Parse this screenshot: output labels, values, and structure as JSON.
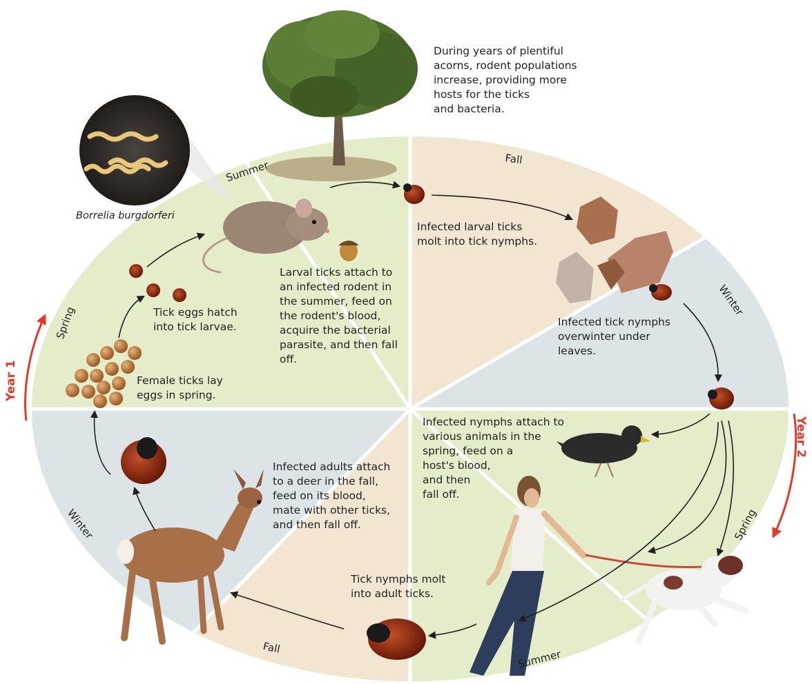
{
  "labels": {
    "bacteria_name": "Borrelia burgdorferi",
    "year_1": "Year 1",
    "year_2": "Year 2"
  },
  "seasons": {
    "summer_y1": "Summer",
    "fall_y1": "Fall",
    "winter_y1": "Winter",
    "spring_y1": "Spring",
    "winter_left": "Winter",
    "spring_y2": "Spring",
    "summer_y2": "Summer",
    "fall_y2": "Fall"
  },
  "steps": {
    "acorns": "During years of plentiful\nacorns, rodent populations\nincrease, providing more\nhosts for the ticks\nand bacteria.",
    "larvae_attach": "Larval ticks attach to\nan infected rodent in\nthe summer, feed on\nthe rodent's blood,\nacquire the bacterial\nparasite, and then fall\noff.",
    "molt_nymphs": "Infected larval ticks\nmolt into tick nymphs.",
    "overwinter": "Infected tick nymphs\noverwinter under\nleaves.",
    "eggs_hatch": "Tick eggs hatch\ninto tick larvae.",
    "lay_eggs": "Female ticks lay\neggs in spring.",
    "nymphs_attach": "Infected nymphs attach to\nvarious animals in the\nspring, feed on a\nhost's blood,\nand then\nfall off.",
    "adults_deer": "Infected adults attach\nto a deer in the fall,\nfeed on its blood,\nmate with other ticks,\nand then fall off.",
    "nymphs_molt_adult": "Tick nymphs molt\ninto adult ticks."
  },
  "colors": {
    "spring_summer_green": "#e4ecc9",
    "fall_tan": "#f2e6d2",
    "winter_blue": "#dde4e8",
    "year_arrow_red": "#e03a2a",
    "tick_body": "#8a2a14"
  },
  "icons": [
    "tree-icon",
    "mouse-icon",
    "acorn-icon",
    "leaves-icon",
    "tick-icon",
    "egg-cluster-icon",
    "bird-icon",
    "woman-icon",
    "dog-icon",
    "deer-icon",
    "bacteria-icon"
  ]
}
